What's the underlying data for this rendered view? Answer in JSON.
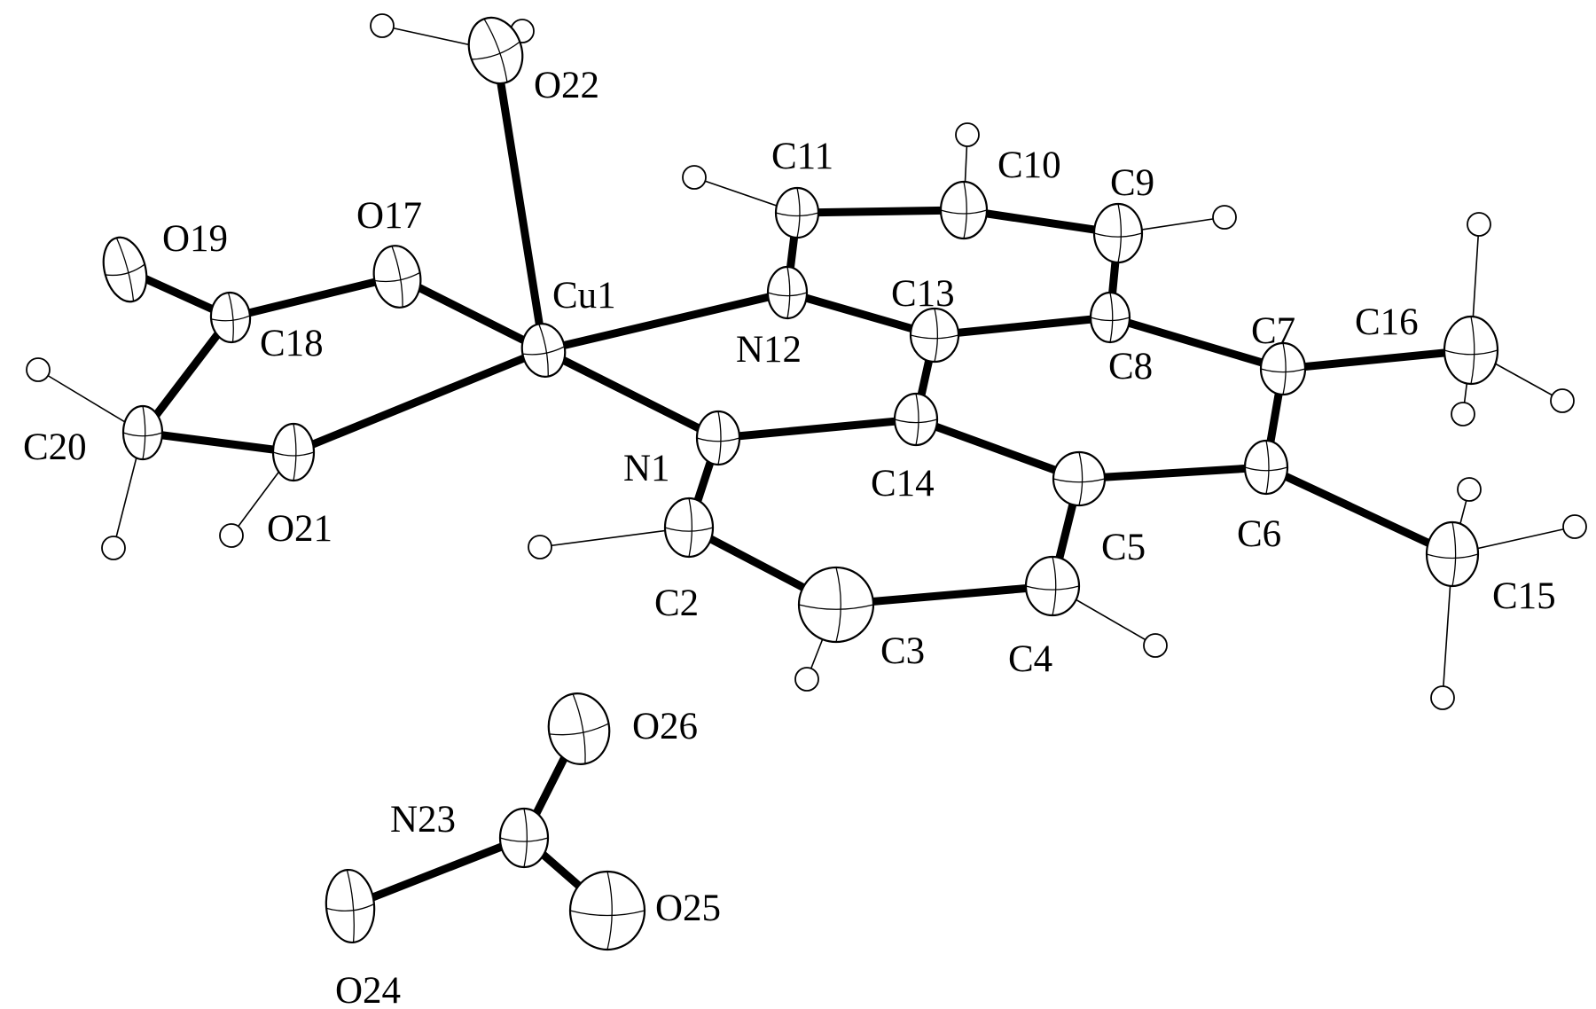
{
  "figure": {
    "atoms": [
      {
        "id": "Cu1",
        "label": "Cu1"
      },
      {
        "id": "N1",
        "label": "N1"
      },
      {
        "id": "C2",
        "label": "C2"
      },
      {
        "id": "C3",
        "label": "C3"
      },
      {
        "id": "C4",
        "label": "C4"
      },
      {
        "id": "C5",
        "label": "C5"
      },
      {
        "id": "C6",
        "label": "C6"
      },
      {
        "id": "C7",
        "label": "C7"
      },
      {
        "id": "C8",
        "label": "C8"
      },
      {
        "id": "C9",
        "label": "C9"
      },
      {
        "id": "C10",
        "label": "C10"
      },
      {
        "id": "C11",
        "label": "C11"
      },
      {
        "id": "N12",
        "label": "N12"
      },
      {
        "id": "C13",
        "label": "C13"
      },
      {
        "id": "C14",
        "label": "C14"
      },
      {
        "id": "C15",
        "label": "C15"
      },
      {
        "id": "C16",
        "label": "C16"
      },
      {
        "id": "O17",
        "label": "O17"
      },
      {
        "id": "C18",
        "label": "C18"
      },
      {
        "id": "O19",
        "label": "O19"
      },
      {
        "id": "C20",
        "label": "C20"
      },
      {
        "id": "O21",
        "label": "O21"
      },
      {
        "id": "O22",
        "label": "O22"
      },
      {
        "id": "N23",
        "label": "N23"
      },
      {
        "id": "O24",
        "label": "O24"
      },
      {
        "id": "O25",
        "label": "O25"
      },
      {
        "id": "O26",
        "label": "O26"
      }
    ],
    "bonds": [
      [
        "Cu1",
        "O22"
      ],
      [
        "Cu1",
        "O17"
      ],
      [
        "Cu1",
        "O21"
      ],
      [
        "Cu1",
        "N12"
      ],
      [
        "Cu1",
        "N1"
      ],
      [
        "O17",
        "C18"
      ],
      [
        "C18",
        "O19"
      ],
      [
        "C18",
        "C20"
      ],
      [
        "C20",
        "O21"
      ],
      [
        "N12",
        "C11"
      ],
      [
        "C11",
        "C10"
      ],
      [
        "C10",
        "C9"
      ],
      [
        "C9",
        "C8"
      ],
      [
        "C8",
        "C13"
      ],
      [
        "C13",
        "N12"
      ],
      [
        "C13",
        "C14"
      ],
      [
        "C14",
        "N1"
      ],
      [
        "N1",
        "C2"
      ],
      [
        "C2",
        "C3"
      ],
      [
        "C3",
        "C4"
      ],
      [
        "C4",
        "C5"
      ],
      [
        "C5",
        "C14"
      ],
      [
        "C5",
        "C6"
      ],
      [
        "C6",
        "C7"
      ],
      [
        "C7",
        "C8"
      ],
      [
        "C7",
        "C16"
      ],
      [
        "C6",
        "C15"
      ],
      [
        "N23",
        "O24"
      ],
      [
        "N23",
        "O25"
      ],
      [
        "N23",
        "O26"
      ]
    ],
    "hydrogen_bonds": [
      [
        "O22",
        "H22A"
      ],
      [
        "O22",
        "H22B"
      ],
      [
        "C11",
        "H11"
      ],
      [
        "C10",
        "H10"
      ],
      [
        "C9",
        "H9"
      ],
      [
        "C16",
        "H16A"
      ],
      [
        "C16",
        "H16B"
      ],
      [
        "C16",
        "H16C"
      ],
      [
        "C15",
        "H15A"
      ],
      [
        "C15",
        "H15B"
      ],
      [
        "C15",
        "H15C"
      ],
      [
        "C2",
        "H2"
      ],
      [
        "C3",
        "H3"
      ],
      [
        "C4",
        "H4"
      ],
      [
        "C20",
        "H20A"
      ],
      [
        "C20",
        "H20B"
      ],
      [
        "O21",
        "H21"
      ]
    ]
  }
}
